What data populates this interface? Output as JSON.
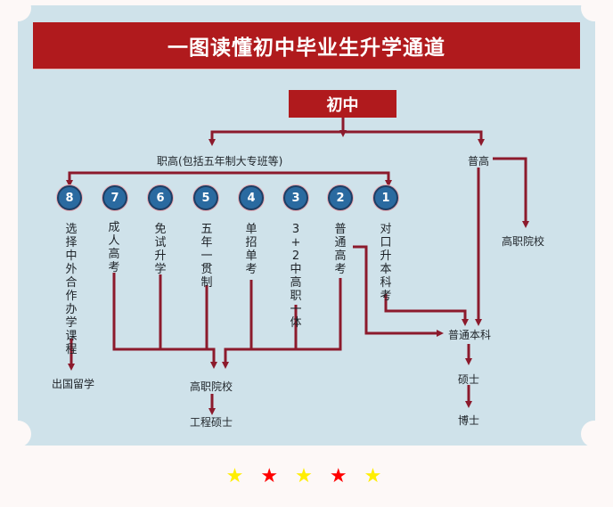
{
  "title": "一图读懂初中毕业生升学通道",
  "root": "初中",
  "branches": {
    "vocational": "职高(包括五年制大专班等)",
    "general": "普高"
  },
  "vocational_paths": [
    {
      "number": "8",
      "label": "选择中外合作办学课程"
    },
    {
      "number": "7",
      "label": "成人高考"
    },
    {
      "number": "6",
      "label": "免试升学"
    },
    {
      "number": "5",
      "label": "五年一贯制"
    },
    {
      "number": "4",
      "label": "单招单考"
    },
    {
      "number": "3",
      "label": "3+2中高职一体"
    },
    {
      "number": "2",
      "label": "普通高考"
    },
    {
      "number": "1",
      "label": "对口升本科考"
    }
  ],
  "outcomes": {
    "study_abroad": "出国留学",
    "higher_vocational": "高职院校",
    "engineering_master": "工程硕士",
    "general_higher_vocational": "高职院校",
    "undergraduate": "普通本科",
    "master": "硕士",
    "doctor": "博士"
  },
  "footer": {
    "stars": [
      "★",
      "★",
      "★",
      "★",
      "★"
    ],
    "star_colors": [
      "#ffee00",
      "#ff0000",
      "#ffee00",
      "#ff0000",
      "#ffee00"
    ]
  },
  "colors": {
    "title_bg": "#b01a1d",
    "panel_bg": "#cfe2ea",
    "line": "#8c1a2c",
    "badge": "#2a6aa0"
  }
}
